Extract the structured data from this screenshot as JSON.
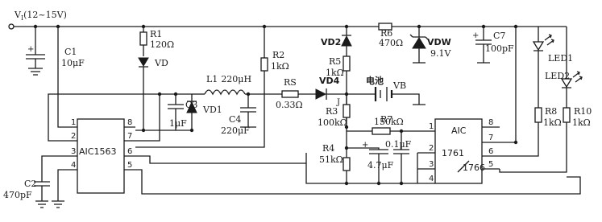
{
  "supply": {
    "label": "V",
    "sub": "I",
    "range": "(12~15V)"
  },
  "c1": {
    "name": "C1",
    "value": "10μF"
  },
  "r1": {
    "name": "R1",
    "value": "120Ω"
  },
  "vd": {
    "name": "VD"
  },
  "r2": {
    "name": "R2",
    "value": "1kΩ"
  },
  "l1": {
    "name": "L1",
    "value": "220μH"
  },
  "rs": {
    "name": "RS",
    "value": "0.33Ω"
  },
  "c3": {
    "name": "C3",
    "value": "1μF"
  },
  "vd1": {
    "name": "VD1"
  },
  "c4": {
    "name": "C4",
    "value": "220μF"
  },
  "c2": {
    "name": "C2",
    "value": "470pF"
  },
  "ic1": {
    "line1": "AIC1563",
    "pins": [
      "1",
      "2",
      "3",
      "4",
      "8",
      "7",
      "6",
      "5"
    ]
  },
  "vd2": {
    "name": "VD2"
  },
  "r5": {
    "name": "R5",
    "value": "1kΩ"
  },
  "vd4": {
    "name": "VD4"
  },
  "r3": {
    "name": "R3",
    "value": "100kΩ"
  },
  "j": {
    "name": "J"
  },
  "battery": {
    "label": "电池",
    "symbol": "VB"
  },
  "r6": {
    "name": "R6",
    "value": "470Ω"
  },
  "vdw": {
    "name": "VDW",
    "value": "9.1V"
  },
  "c7": {
    "name": "C7",
    "value": "100pF"
  },
  "r7": {
    "name": "R7",
    "value": "150kΩ"
  },
  "r4": {
    "name": "R4",
    "value": "51kΩ"
  },
  "c5": {
    "value": "0.1μF"
  },
  "c6": {
    "value": "4.7μF"
  },
  "ic2": {
    "line1": "AIC",
    "line2": "1761",
    "line3": "1766",
    "pins": [
      "1",
      "2",
      "3",
      "4",
      "8",
      "7",
      "6",
      "5"
    ]
  },
  "led1": {
    "name": "LED1"
  },
  "led2": {
    "name": "LED2"
  },
  "r8": {
    "name": "R8",
    "value": "1kΩ"
  },
  "r10": {
    "name": "R10",
    "value": "1kΩ"
  }
}
